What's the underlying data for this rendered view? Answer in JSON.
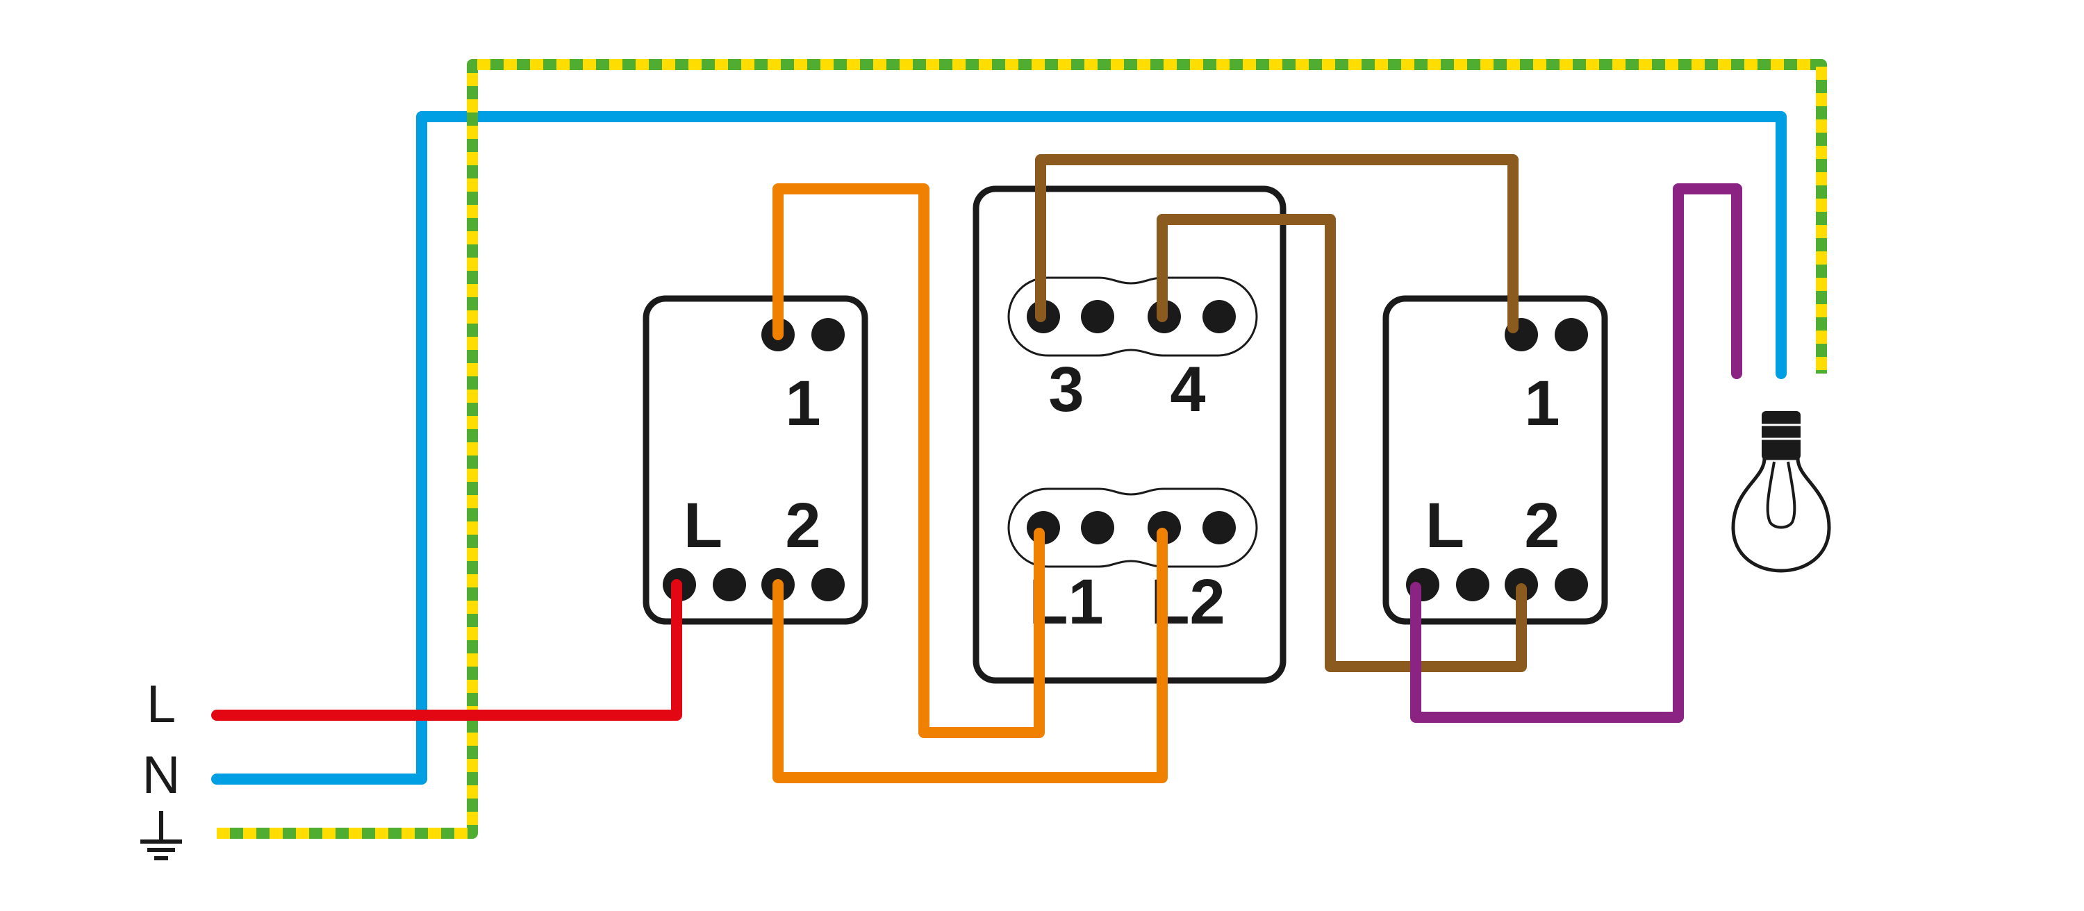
{
  "supply_labels": {
    "live": "L",
    "neutral": "N"
  },
  "switch_left": {
    "terminal_1": "1",
    "terminal_L": "L",
    "terminal_2": "2"
  },
  "switch_middle": {
    "terminal_3": "3",
    "terminal_4": "4",
    "terminal_L1": "L1",
    "terminal_L2": "L2"
  },
  "switch_right": {
    "terminal_1": "1",
    "terminal_L": "L",
    "terminal_2": "2"
  },
  "colors": {
    "live": "#e30613",
    "neutral": "#009fe3",
    "earth_green": "#4fae32",
    "earth_yellow": "#ffdd00",
    "traveler_orange": "#f08000",
    "traveler_brown": "#8b5a1e",
    "switched_purple": "#8a2382",
    "outline": "#1a1a1a"
  },
  "icons": [
    "ground-icon",
    "light-bulb-icon"
  ]
}
